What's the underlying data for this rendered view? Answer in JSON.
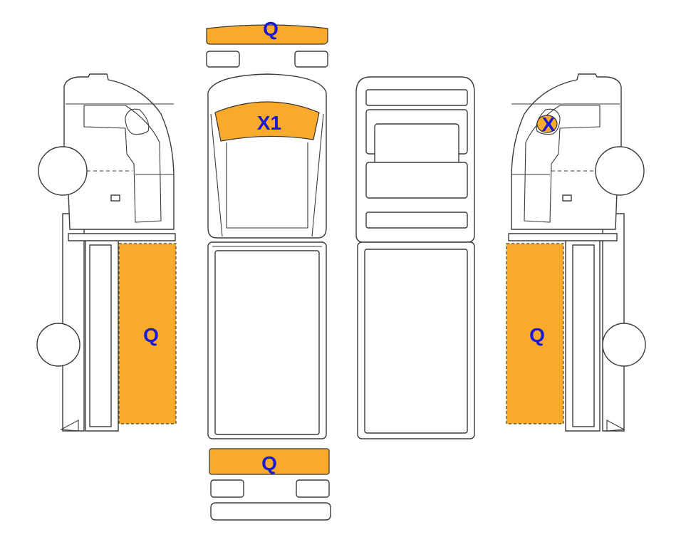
{
  "colors": {
    "damage_fill": "#f9aa2b",
    "label_color": "#1a1ad6",
    "outline": "#3a3a3a"
  },
  "markers": {
    "top_bumper": "Q",
    "windshield": "X1",
    "left_body": "Q",
    "right_body": "Q",
    "right_cab_window": "X",
    "bottom_bumper": "Q"
  }
}
